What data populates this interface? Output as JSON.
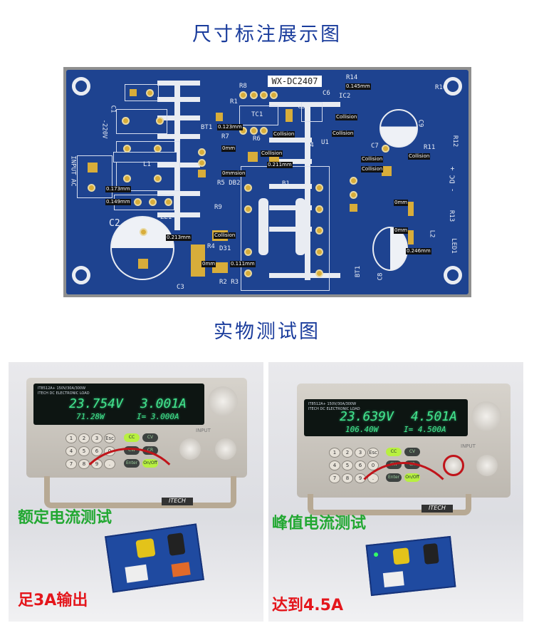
{
  "titles": {
    "dimension": "尺寸标注展示图",
    "physical": "实物测试图"
  },
  "pcb": {
    "model": "WX-DC2407",
    "silk": [
      "-220V",
      "INPUT AC",
      "L1",
      "ZL1",
      "C2",
      "BT1",
      "R1",
      "R8",
      "TC1",
      "R6",
      "R7",
      "C5",
      "C4",
      "U1",
      "B1",
      "R9",
      "R4",
      "D31",
      "R2 R3",
      "R5 DB2",
      "C7",
      "C9",
      "R12",
      "R11",
      "R10",
      "R14",
      "C6",
      "IC2",
      "- DC +",
      "L2",
      "LED1",
      "R13",
      "C8",
      "BT1",
      "C1",
      "C3"
    ],
    "measurements": [
      "0.123mm",
      "0.145mm",
      "0.173mm",
      "0.149mm",
      "0.213mm",
      "0.211mm",
      "0.111mm",
      "0.246mm",
      "0mm",
      "0mm",
      "0mm",
      "0mm",
      "0mmsion",
      "Collision",
      "Collision",
      "Collision",
      "Collision",
      "Collision",
      "Collision",
      "Collision",
      "Collision"
    ]
  },
  "tests": [
    {
      "brand": "IT8512A+  150V/30A/300W",
      "subtitle": "ITECH DC ELECTRONIC LOAD",
      "voltage": "23.754V",
      "current": "3.001A",
      "power": "71.28W",
      "setpoint": "I= 3.000A",
      "logo": "ITECH",
      "input_label": "INPUT",
      "caption1": "额定电流测试",
      "caption2": "足3A输出"
    },
    {
      "brand": "IT8512A+  150V/30A/300W",
      "subtitle": "ITECH DC ELECTRONIC LOAD",
      "voltage": "23.639V",
      "current": "4.501A",
      "power": "106.40W",
      "setpoint": "I= 4.500A",
      "logo": "ITECH",
      "input_label": "INPUT",
      "caption1": "峰值电流测试",
      "caption2": "达到4.5A"
    }
  ],
  "keys": [
    "1",
    "2",
    "3",
    "Esc",
    "4",
    "5",
    "6",
    "0",
    "7",
    "8",
    "9",
    "."
  ],
  "mode_keys": [
    "CC",
    "CV",
    "CW",
    "CR",
    "Enter",
    "On/Off"
  ],
  "colors": {
    "title": "#1a3c9c",
    "pcb": "#1e4390",
    "pad": "#d8ad3a",
    "display": "#43e58e",
    "caption_green": "#22a832",
    "caption_red": "#e4161c"
  }
}
